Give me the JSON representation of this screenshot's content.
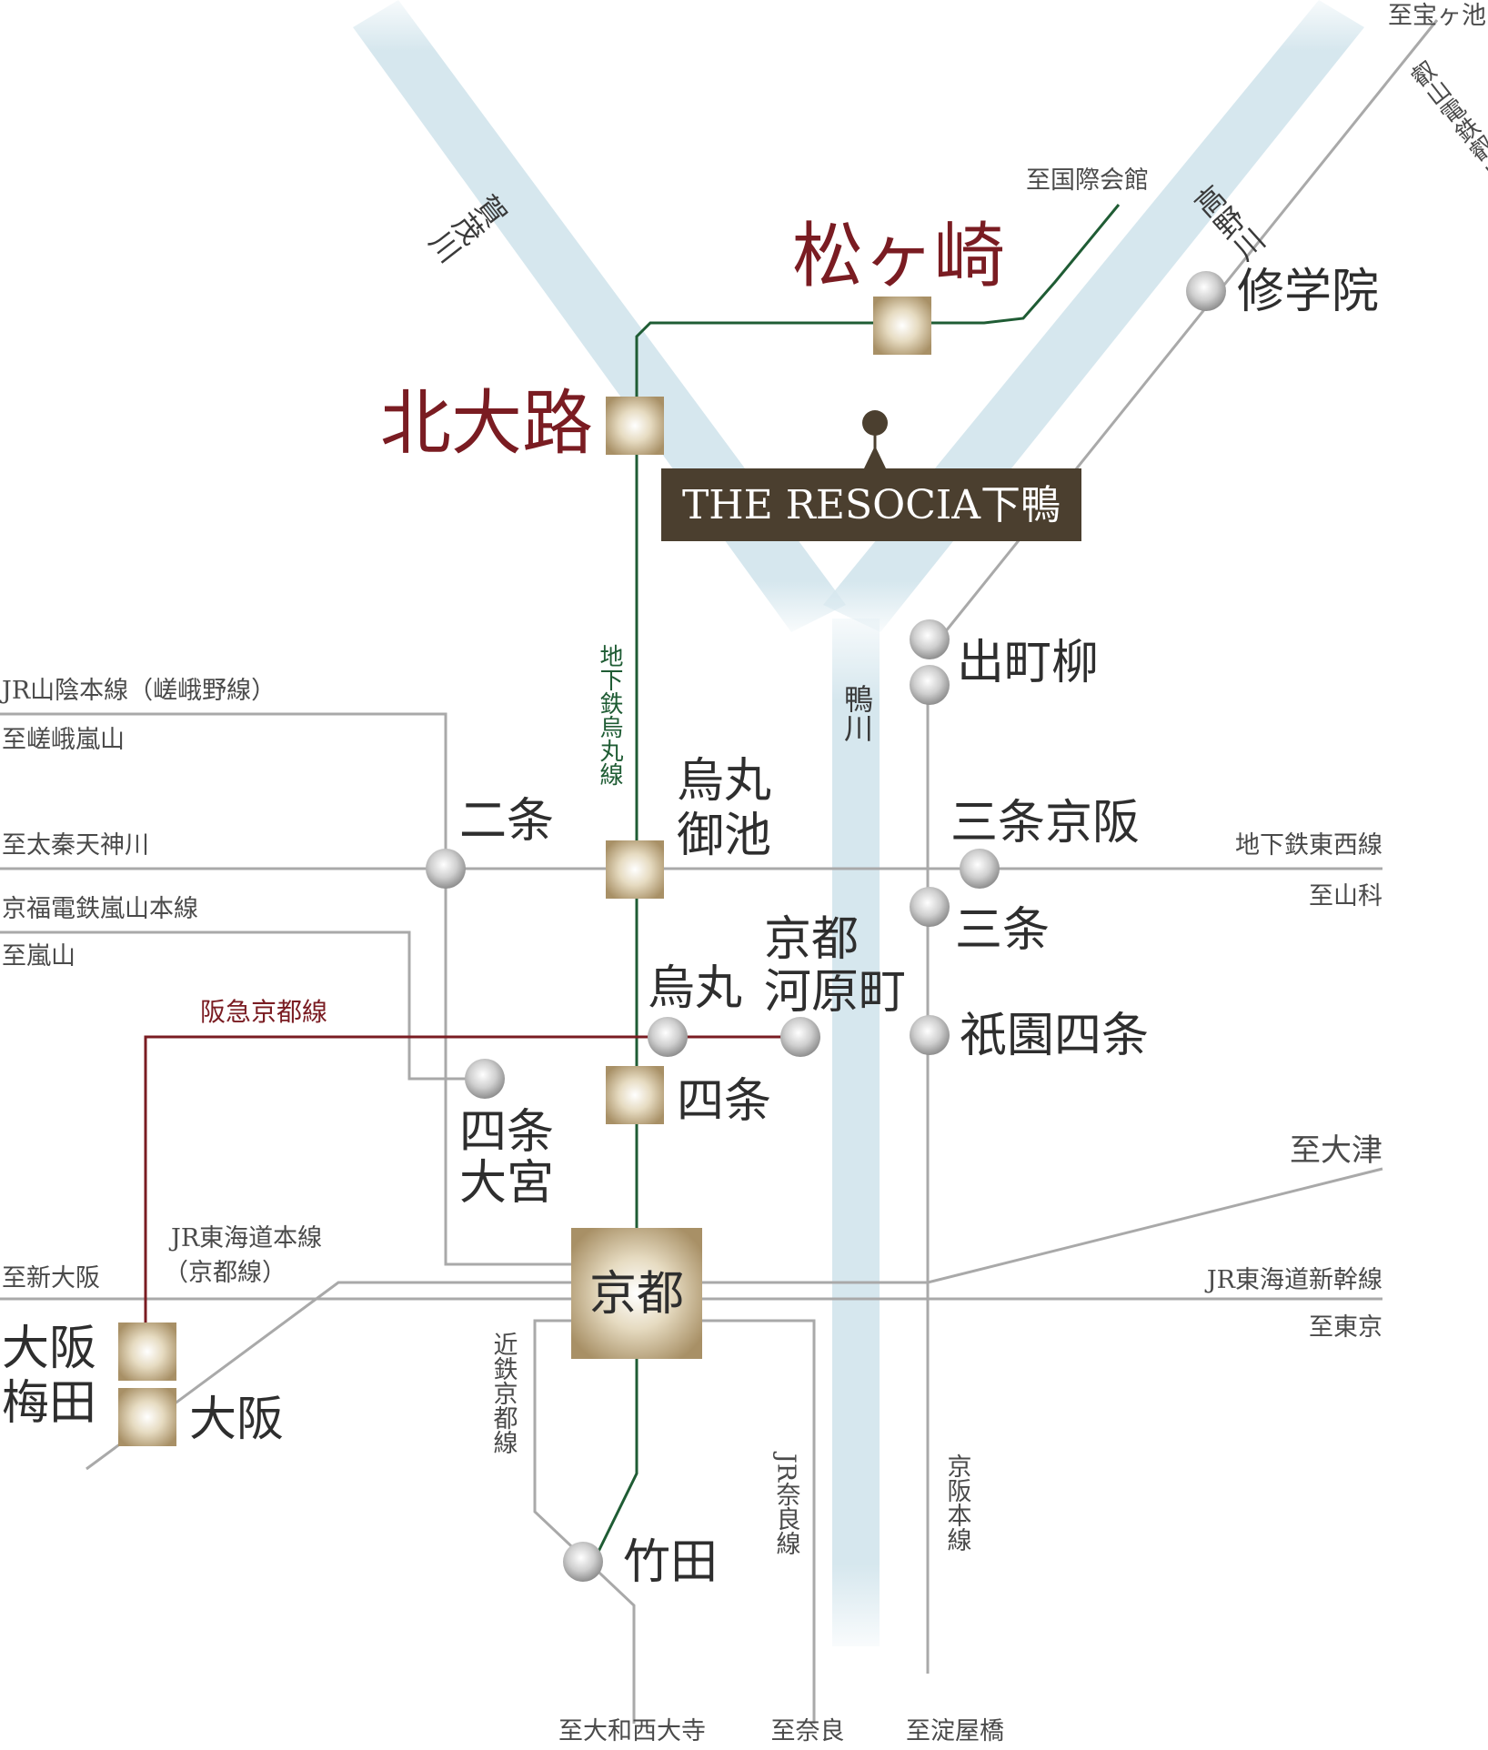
{
  "rivers": {
    "kamo": "賀茂川",
    "takano": "高野川",
    "kamogawa": "鴨川"
  },
  "property": {
    "name": "THE RESOCIA下鴨"
  },
  "lines": {
    "karasuma": "地下鉄烏丸線",
    "hankyu": "阪急京都線",
    "jr_sanin": "JR山陰本線（嵯峨野線）",
    "keifuku": "京福電鉄嵐山本線",
    "tozai": "地下鉄東西線",
    "jr_tokaido": "JR東海道本線",
    "jr_tokaido_sub": "（京都線）",
    "shinkansen": "JR東海道新幹線",
    "kintetsu": "近鉄京都線",
    "jr_nara": "JR奈良線",
    "keihan": "京阪本線",
    "eizan": "叡山電鉄叡山本線"
  },
  "destinations": {
    "takaragaike": "至宝ヶ池",
    "kokusai": "至国際会館",
    "saga": "至嵯峨嵐山",
    "uzumasa": "至太秦天神川",
    "arashiyama": "至嵐山",
    "yamashina": "至山科",
    "shinosaka": "至新大阪",
    "otsu": "至大津",
    "tokyo": "至東京",
    "yamato": "至大和西大寺",
    "nara": "至奈良",
    "yodoyabashi": "至淀屋橋"
  },
  "stations": {
    "matsugasaki": "松ヶ崎",
    "kitaoji": "北大路",
    "shugakuin": "修学院",
    "demachi": "出町柳",
    "nijo": "二条",
    "karasuma_oike_1": "烏丸",
    "karasuma_oike_2": "御池",
    "sanjo_keihan": "三条京阪",
    "sanjo": "三条",
    "kawaramachi_1": "京都",
    "kawaramachi_2": "河原町",
    "karasuma": "烏丸",
    "gion": "祇園四条",
    "shijo": "四条",
    "omiya_1": "四条",
    "omiya_2": "大宮",
    "kyoto": "京都",
    "umeda_1": "大阪",
    "umeda_2": "梅田",
    "osaka": "大阪",
    "takeda": "竹田"
  },
  "colors": {
    "river": "#d6e7ee",
    "subway": "#1f5c34",
    "hankyu": "#7a1c22",
    "rail": "#a9a9a9",
    "label_box": "#4b3f2f",
    "gold": "#b8a279"
  }
}
